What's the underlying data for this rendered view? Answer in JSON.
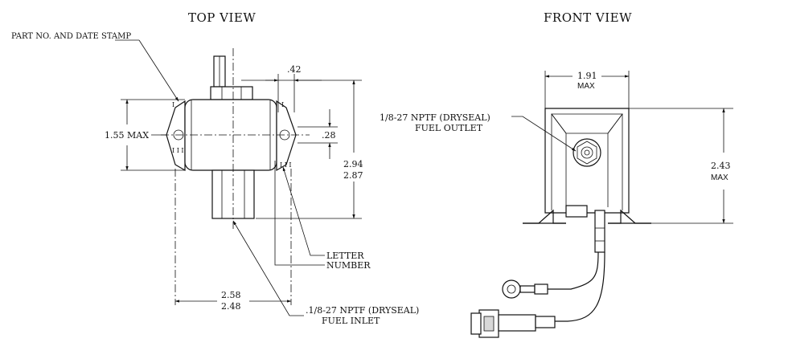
{
  "views": {
    "top": "TOP VIEW",
    "front": "FRONT VIEW"
  },
  "top_view": {
    "stamp_label": "PART NO. AND DATE STAMP",
    "dim_width": ".42",
    "dim_height": "1.55 MAX",
    "dim_offset": ".28",
    "dim_length_max": "2.94",
    "dim_length_min": "2.87",
    "dim_base_max": "2.58",
    "dim_base_min": "2.48",
    "letter_label": "LETTER",
    "number_label": "NUMBER",
    "inlet_line1": ".1/8-27 NPTF (DRYSEAL)",
    "inlet_line2": "FUEL INLET"
  },
  "front_view": {
    "dim_width_value": "1.91",
    "dim_width_max": "MAX",
    "outlet_line1": "1/8-27 NPTF (DRYSEAL)",
    "outlet_line2": "FUEL OUTLET",
    "dim_height_value": "2.43",
    "dim_height_max": "MAX"
  }
}
